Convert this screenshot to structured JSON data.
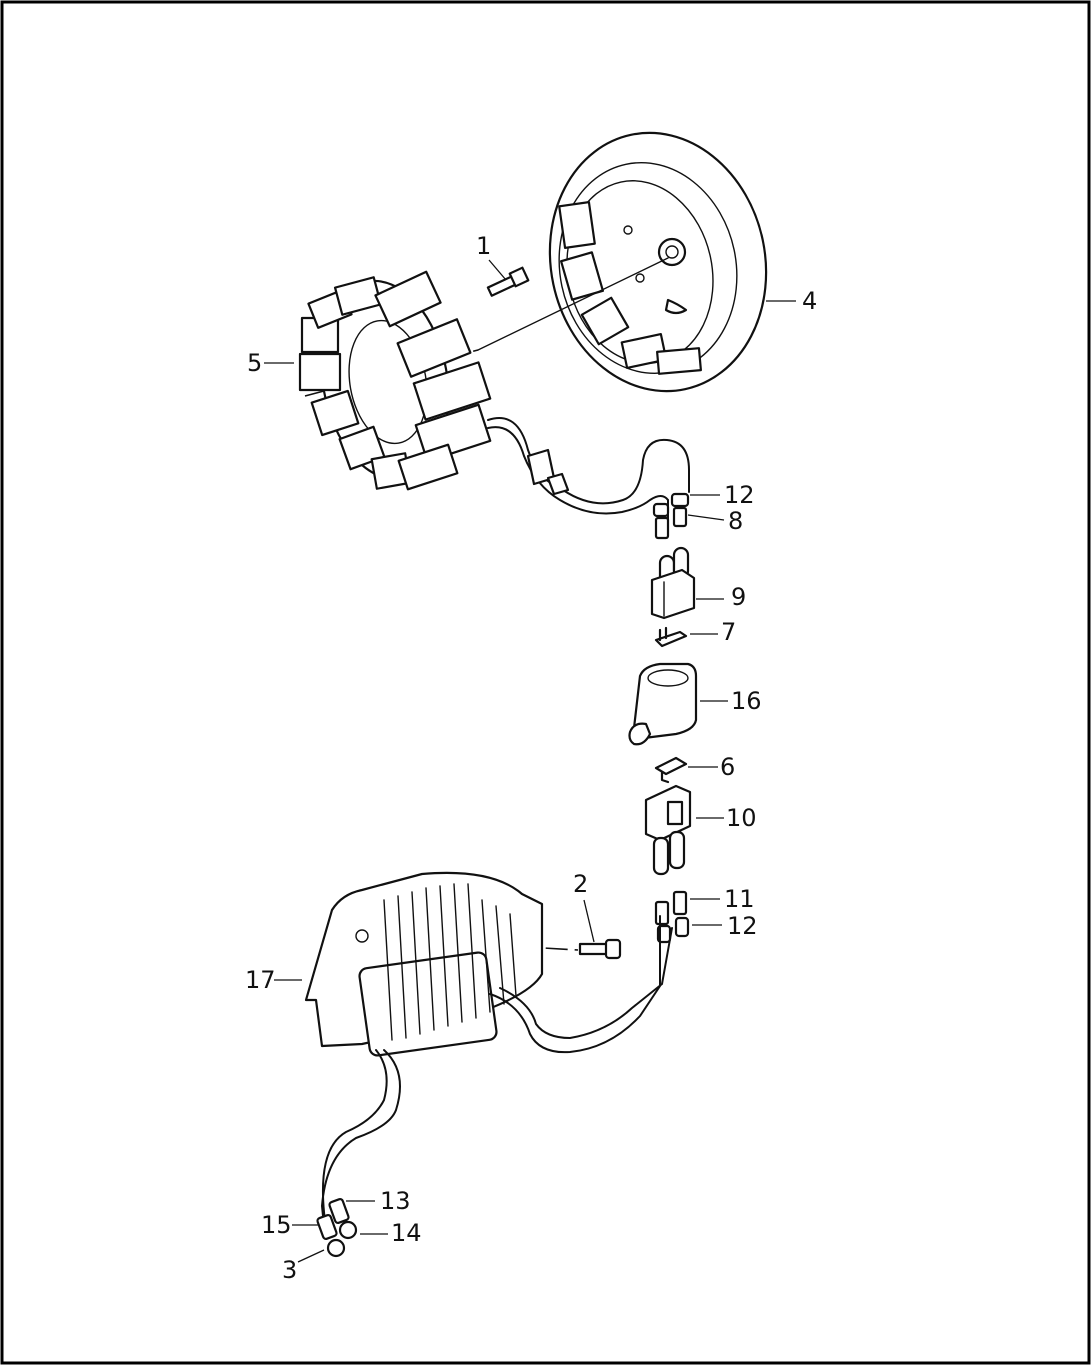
{
  "diagram": {
    "colors": {
      "line": "#111111",
      "background": "#ffffff",
      "border": "#000000"
    },
    "callouts": [
      {
        "label": "1"
      },
      {
        "label": "2"
      },
      {
        "label": "3"
      },
      {
        "label": "4"
      },
      {
        "label": "5"
      },
      {
        "label": "6"
      },
      {
        "label": "7"
      },
      {
        "label": "8"
      },
      {
        "label": "9"
      },
      {
        "label": "10"
      },
      {
        "label": "11"
      },
      {
        "label": "12"
      },
      {
        "label": "12"
      },
      {
        "label": "13"
      },
      {
        "label": "14"
      },
      {
        "label": "15"
      },
      {
        "label": "16"
      },
      {
        "label": "17"
      }
    ]
  }
}
